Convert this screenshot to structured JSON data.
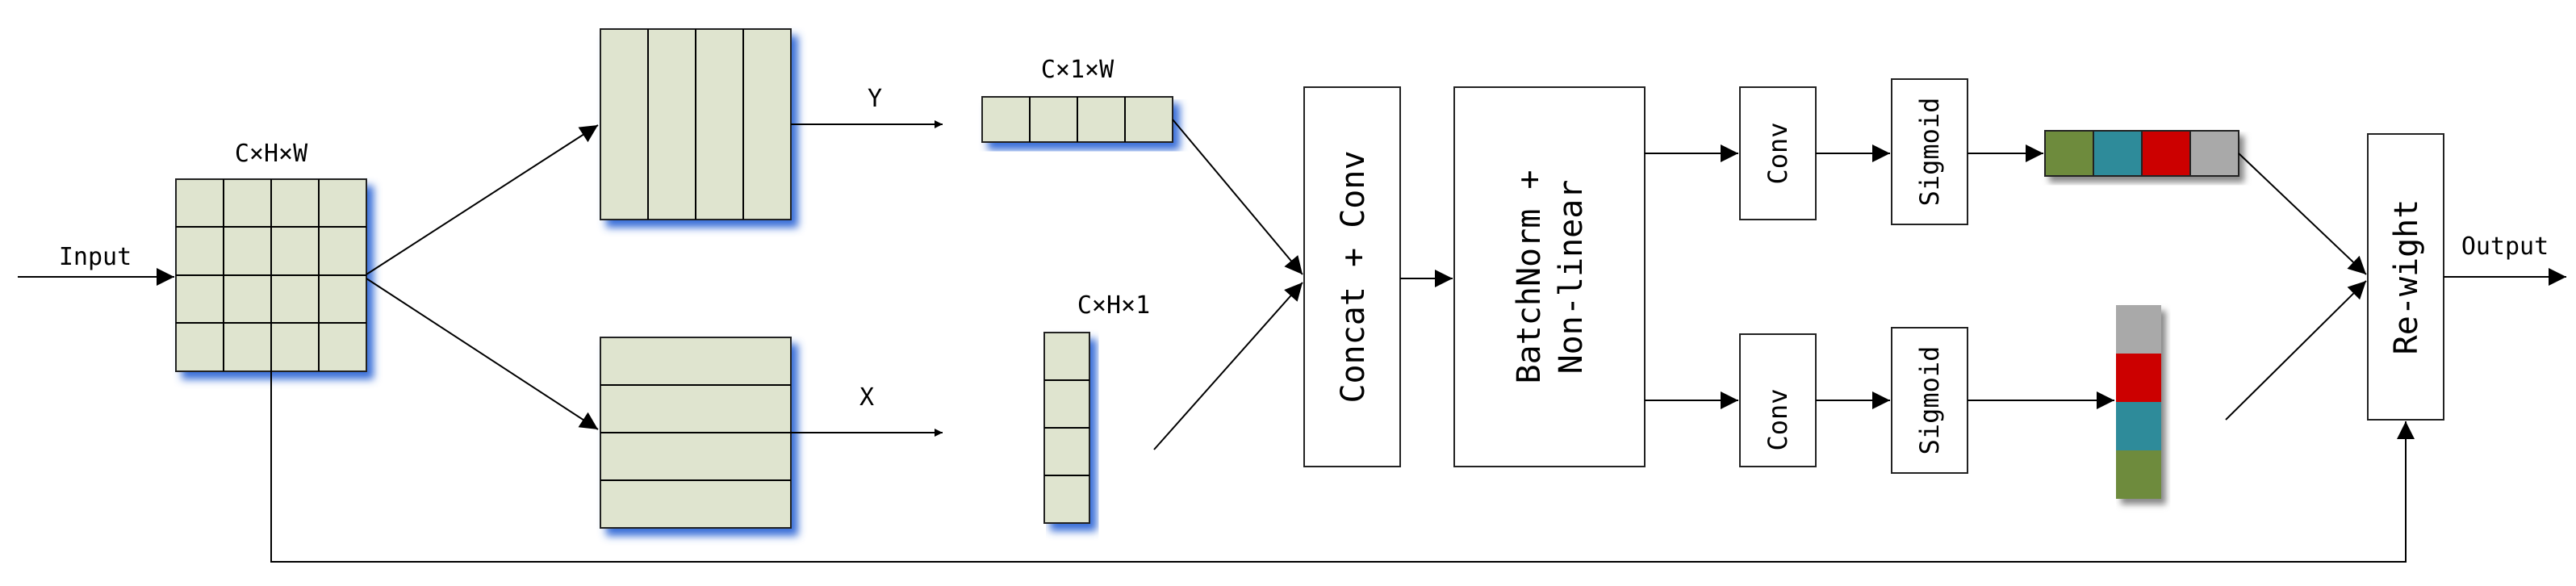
{
  "labels": {
    "input": "Input",
    "output": "Output",
    "input_shape": "C×H×W",
    "branch_y": "Y",
    "branch_x": "X",
    "pool_y_shape": "C×1×W",
    "pool_x_shape": "C×H×1",
    "concat_conv": "Concat + Conv",
    "batchnorm_line1": "BatchNorm +",
    "batchnorm_line2": "Non-linear",
    "conv_top": "Conv",
    "conv_bottom": "Conv",
    "sigmoid_top": "Sigmoid",
    "sigmoid_bottom": "Sigmoid",
    "reweight": "Re-wight"
  },
  "colors": {
    "feature_fill": "#dfe4cf",
    "shadow": "#3a6fd8",
    "attn_green": "#6e8b3d",
    "attn_teal": "#2e8b9a",
    "attn_red": "#cc0000",
    "attn_gray": "#a9a9a9"
  }
}
